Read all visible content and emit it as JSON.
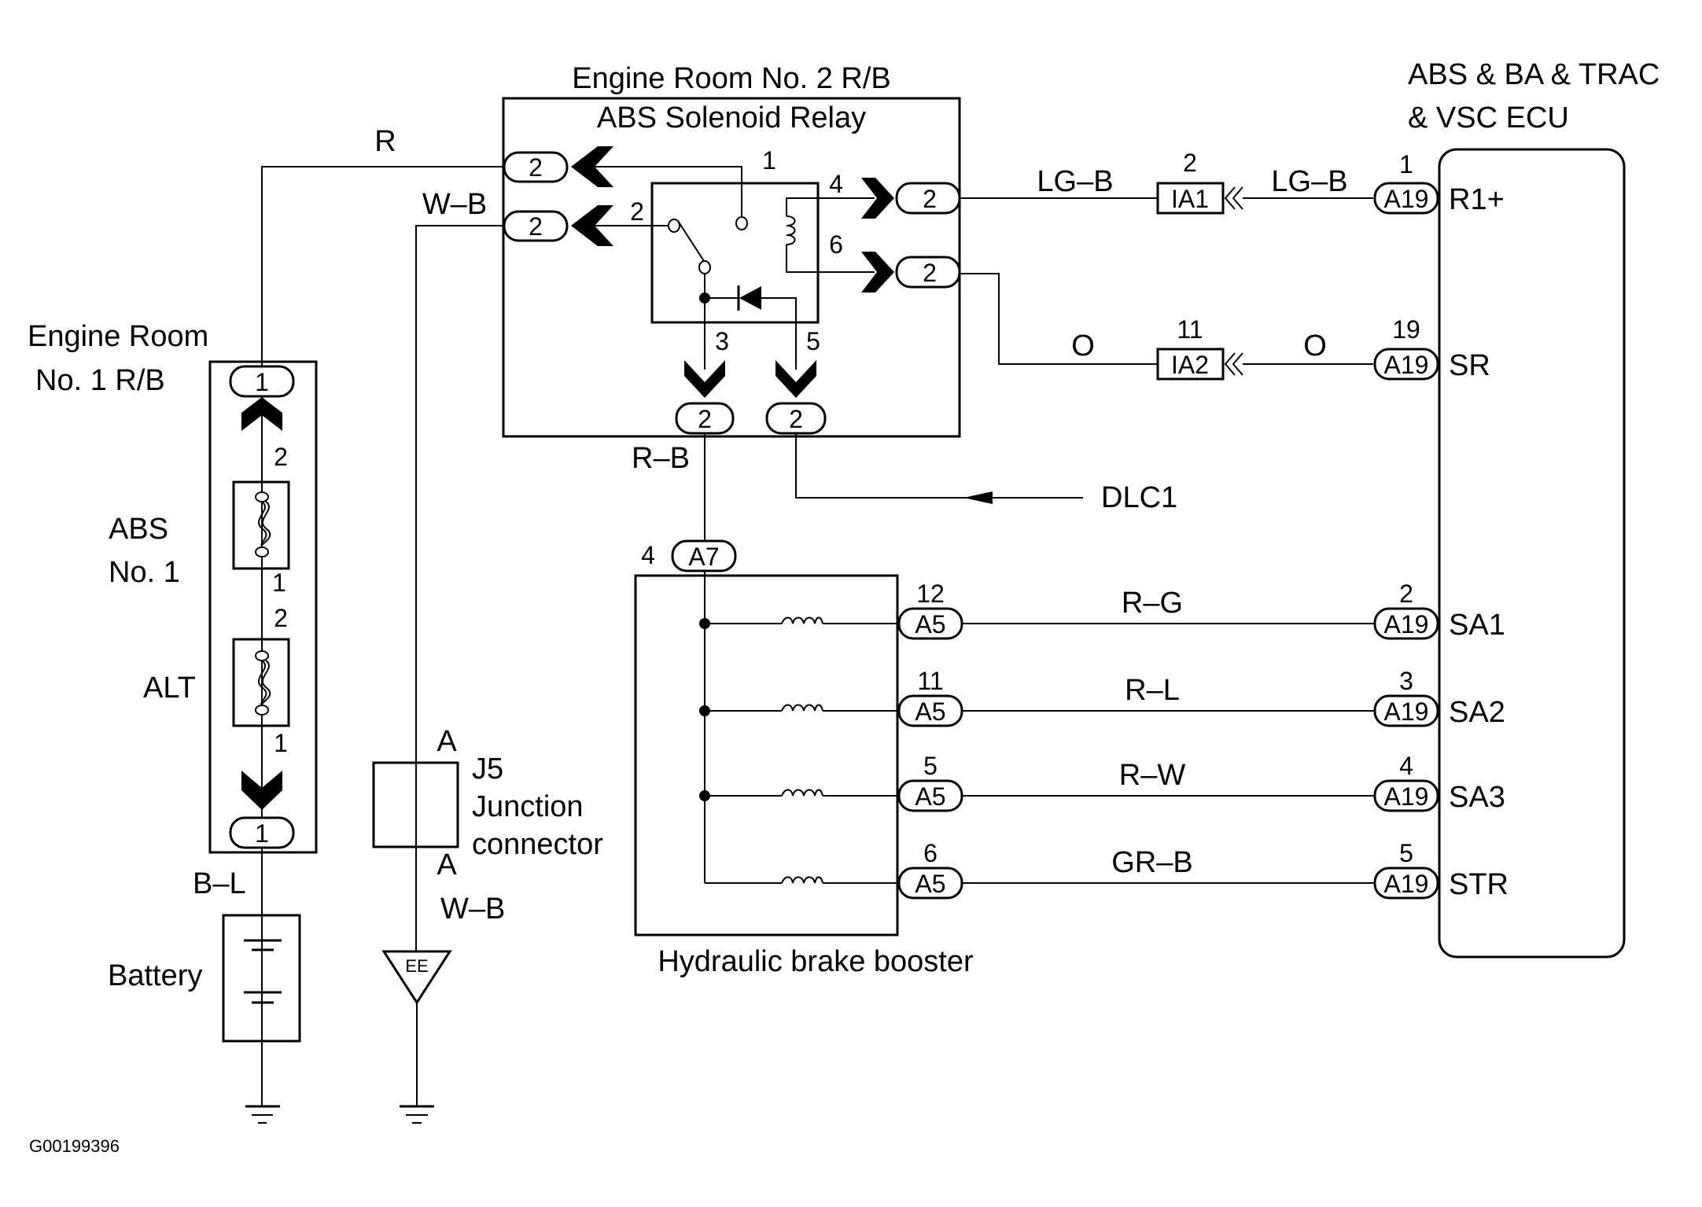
{
  "diagram": {
    "code": "G00199396",
    "components": {
      "engine_room_no2_rb": "Engine Room No. 2 R/B",
      "abs_solenoid_relay": "ABS Solenoid Relay",
      "ecu_line1": "ABS & BA & TRAC",
      "ecu_line2": "& VSC ECU",
      "engine_room_no1_line1": "Engine  Room",
      "engine_room_no1_line2": "No. 1 R/B",
      "fuse_abs_line1": "ABS",
      "fuse_abs_line2": "No. 1",
      "fuse_alt": "ALT",
      "battery": "Battery",
      "j5_line1": "J5",
      "j5_line2": "Junction",
      "j5_line3": "connector",
      "hydraulic_brake_booster": "Hydraulic brake booster",
      "dlc1": "DLC1",
      "ground_ee": "EE"
    },
    "wires": {
      "r": "R",
      "w_b_top": "W–B",
      "w_b_bottom": "W–B",
      "r_b": "R–B",
      "b_l": "B–L",
      "lg_b_1": "LG–B",
      "lg_b_2": "LG–B",
      "o_1": "O",
      "o_2": "O",
      "r_g": "R–G",
      "r_l": "R–L",
      "r_w": "R–W",
      "gr_b": "GR–B"
    },
    "relay_pins": {
      "p1": "1",
      "p2": "2",
      "p3": "3",
      "p4": "4",
      "p5": "5",
      "p6": "6",
      "connector": "2"
    },
    "er1_pins": {
      "top_conn": "1",
      "bottom_conn": "1",
      "abs_top": "2",
      "abs_bottom": "1",
      "alt_top": "2",
      "alt_bottom": "1"
    },
    "junction": {
      "top": "A",
      "bottom": "A"
    },
    "ia_connectors": [
      {
        "pin": "2",
        "name": "IA1"
      },
      {
        "pin": "11",
        "name": "IA2"
      }
    ],
    "booster": {
      "a7_pin": "4",
      "a7_name": "A7",
      "rows": [
        {
          "pin": "12",
          "conn": "A5",
          "wire": "R–G",
          "ecu_pin": "2",
          "ecu_conn": "A19",
          "terminal": "SA1"
        },
        {
          "pin": "11",
          "conn": "A5",
          "wire": "R–L",
          "ecu_pin": "3",
          "ecu_conn": "A19",
          "terminal": "SA2"
        },
        {
          "pin": "5",
          "conn": "A5",
          "wire": "R–W",
          "ecu_pin": "4",
          "ecu_conn": "A19",
          "terminal": "SA3"
        },
        {
          "pin": "6",
          "conn": "A5",
          "wire": "GR–B",
          "ecu_pin": "5",
          "ecu_conn": "A19",
          "terminal": "STR"
        }
      ]
    },
    "ecu_top": [
      {
        "pin": "1",
        "conn": "A19",
        "terminal": "R1+"
      },
      {
        "pin": "19",
        "conn": "A19",
        "terminal": "SR"
      }
    ]
  }
}
